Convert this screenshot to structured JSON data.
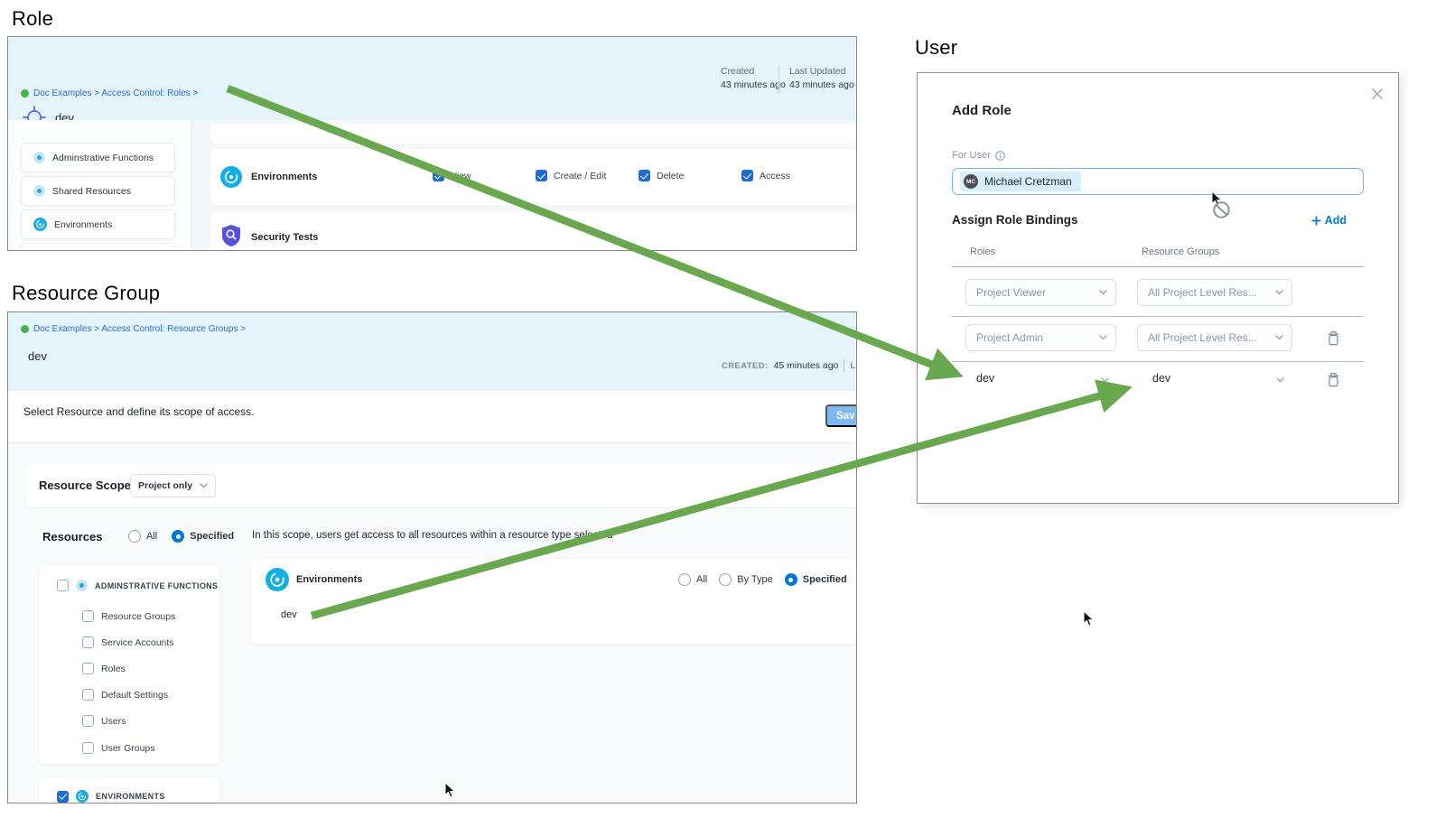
{
  "colors": {
    "accent_blue": "#0278d5",
    "checkbox_blue": "#1a6ed0",
    "link_blue": "#2a6fd4",
    "header_blue": "#e5f3fb",
    "arrow_green": "#6aa84f",
    "save_button_blue": "#7db9ee"
  },
  "icons": {
    "breadcrumb_project_icon": "green-circle",
    "role_icon": "crosshair-target",
    "environments_icon": "blue-circle-swirl",
    "security_tests_icon": "indigo-shield-magnifier",
    "admin_functions_icon": "light-blue-dot-circle",
    "shared_resources_icon": "light-blue-dot-circle",
    "delete_icon": "trash-outline",
    "info_icon": "circle-i",
    "close_icon": "x",
    "add_icon": "plus",
    "blocked_icon": "circle-slash",
    "pointer_icon": "mouse-arrow"
  },
  "role": {
    "heading": "Role",
    "breadcrumb": "Doc Examples > Access Control: Roles >",
    "name": "dev",
    "created": {
      "label": "Created",
      "value": "43 minutes ago"
    },
    "updated": {
      "label": "Last Updated",
      "value": "43 minutes ago"
    },
    "sidebar": [
      {
        "label": "Adminstrative Functions"
      },
      {
        "label": "Shared Resources"
      },
      {
        "label": "Environments"
      }
    ],
    "permission_row": {
      "label": "Environments",
      "perms": [
        {
          "label": "View",
          "checked": true
        },
        {
          "label": "Create / Edit",
          "checked": true
        },
        {
          "label": "Delete",
          "checked": true
        },
        {
          "label": "Access",
          "checked": true
        }
      ]
    },
    "security_row": {
      "label": "Security Tests"
    }
  },
  "resource_group": {
    "heading": "Resource Group",
    "breadcrumb": "Doc Examples > Access Control: Resource Groups >",
    "name": "dev",
    "created_label": "CREATED:",
    "created_value": "45 minutes ago",
    "updated_label": "LAST UPD",
    "instruction": "Select Resource and define its scope of access.",
    "save_label": "Sav",
    "scope": {
      "label": "Resource Scope",
      "value": "Project only"
    },
    "resources": {
      "label": "Resources",
      "options": [
        {
          "label": "All",
          "selected": false
        },
        {
          "label": "Specified",
          "selected": true
        }
      ]
    },
    "admin_card": {
      "label": "ADMINSTRATIVE FUNCTIONS",
      "checked": false,
      "items": [
        {
          "label": "Resource Groups",
          "checked": false
        },
        {
          "label": "Service Accounts",
          "checked": false
        },
        {
          "label": "Roles",
          "checked": false
        },
        {
          "label": "Default Settings",
          "checked": false
        },
        {
          "label": "Users",
          "checked": false
        },
        {
          "label": "User Groups",
          "checked": false
        }
      ]
    },
    "env_card": {
      "label": "ENVIRONMENTS",
      "checked": true
    },
    "hint": "In this scope, users get access to all resources within a resource type selected",
    "env_row": {
      "label": "Environments",
      "options": [
        {
          "label": "All",
          "selected": false
        },
        {
          "label": "By Type",
          "selected": false
        },
        {
          "label": "Specified",
          "selected": true
        }
      ],
      "value": "dev"
    }
  },
  "user": {
    "heading": "User",
    "modal_title": "Add Role",
    "for_user": "For User",
    "chip": {
      "initials": "MC",
      "name": "Michael Cretzman"
    },
    "bindings_title": "Assign Role Bindings",
    "add_label": "Add",
    "col_roles": "Roles",
    "col_groups": "Resource Groups",
    "rows": [
      {
        "role": "Project Viewer",
        "group": "All Project Level Res...",
        "deletable": false
      },
      {
        "role": "Project Admin",
        "group": "All Project Level Res...",
        "deletable": true
      },
      {
        "role": "dev",
        "group": "dev",
        "deletable": true
      }
    ]
  }
}
